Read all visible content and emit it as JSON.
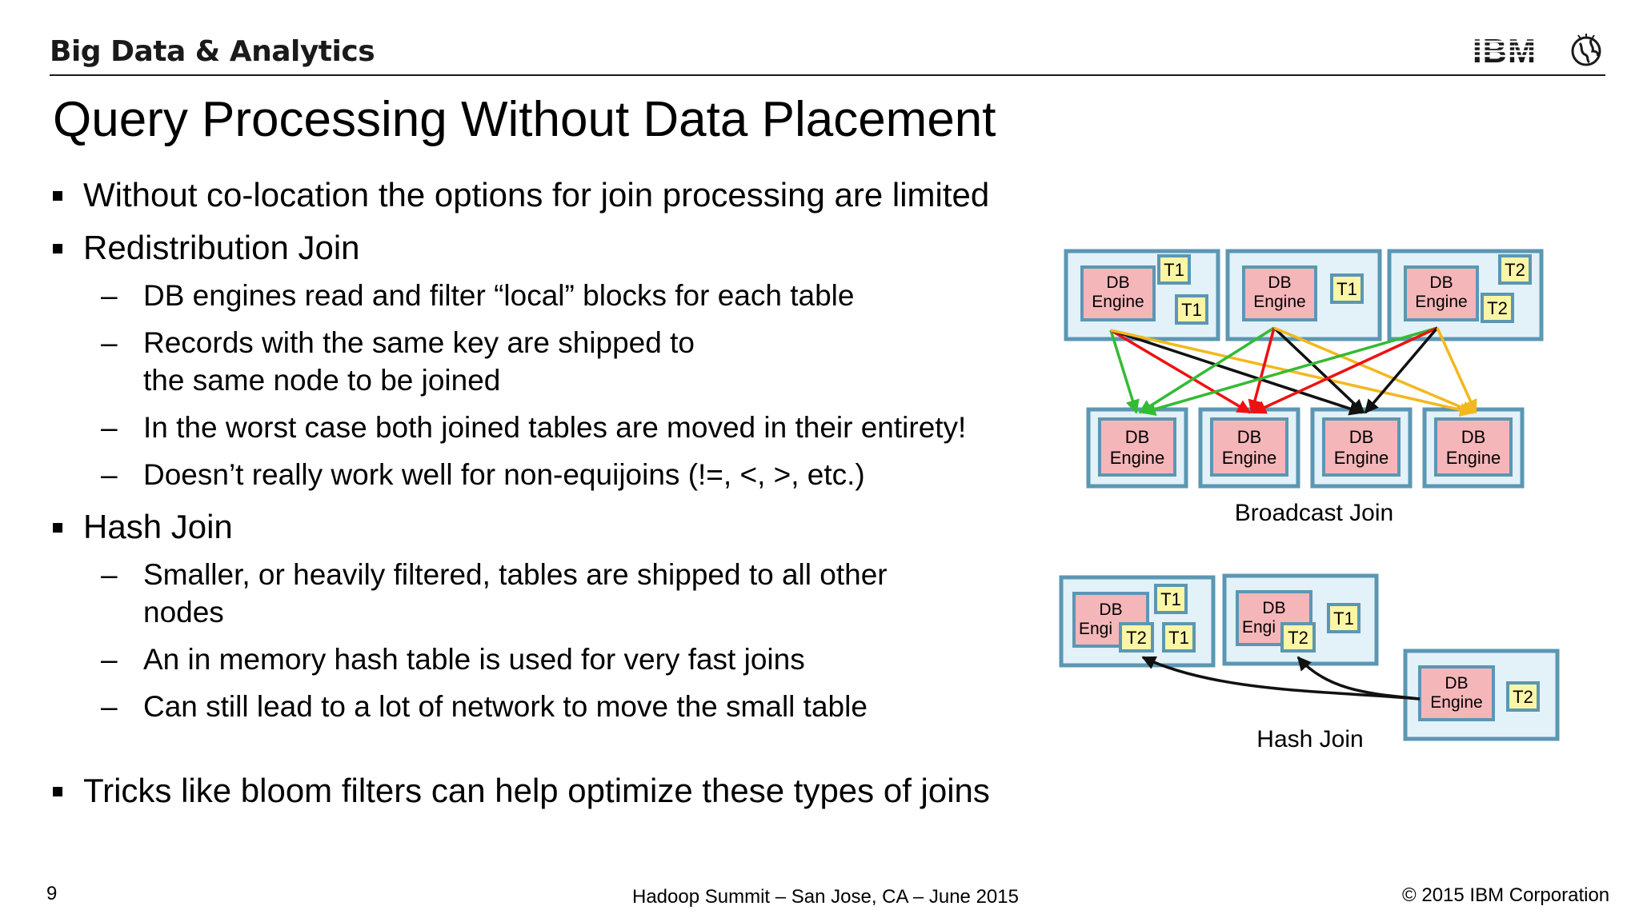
{
  "header": {
    "brand": "Big Data & Analytics",
    "logo": "IBM"
  },
  "slide": {
    "title": "Query Processing Without Data Placement",
    "bullets": [
      {
        "level": 1,
        "text": "Without co-location the options for join processing are limited"
      },
      {
        "level": 1,
        "text": "Redistribution Join"
      },
      {
        "level": 2,
        "text": "DB engines read and filter “local” blocks for each table"
      },
      {
        "level": 2,
        "text": "Records with the same key are shipped to the same node to be joined"
      },
      {
        "level": 2,
        "text": "In the worst case both joined tables are moved in their entirety!"
      },
      {
        "level": 2,
        "text": "Doesn’t really work well for non-equijoins (!=, <, >, etc.)"
      },
      {
        "level": 1,
        "text": "Hash Join"
      },
      {
        "level": 2,
        "text": "Smaller, or heavily filtered, tables are shipped to all other nodes"
      },
      {
        "level": 2,
        "text": "An in memory hash table is used for very fast joins"
      },
      {
        "level": 2,
        "text": "Can still lead to a lot of network to move the small table"
      },
      {
        "level": 1,
        "text": "Tricks like bloom filters can help optimize these types of joins"
      }
    ]
  },
  "diagram": {
    "broadcast_label": "Broadcast Join",
    "hash_label": "Hash Join",
    "engine_label_line1": "DB",
    "engine_label_line2": "Engine",
    "engine_label_truncated": "Engi",
    "table1": "T1",
    "table2": "T2",
    "colors": {
      "node_border": "#5b97b3",
      "node_fill": "#e3f1f8",
      "engine_fill": "#f5b6ba",
      "table_fill": "#fbf5a6",
      "arrow_green": "#33bb33",
      "arrow_red": "#ee1111",
      "arrow_black": "#111111",
      "arrow_orange": "#f2b81e"
    }
  },
  "footer": {
    "page_number": "9",
    "event": "Hadoop Summit – San Jose, CA – June 2015",
    "copyright": "© 2015 IBM Corporation"
  }
}
